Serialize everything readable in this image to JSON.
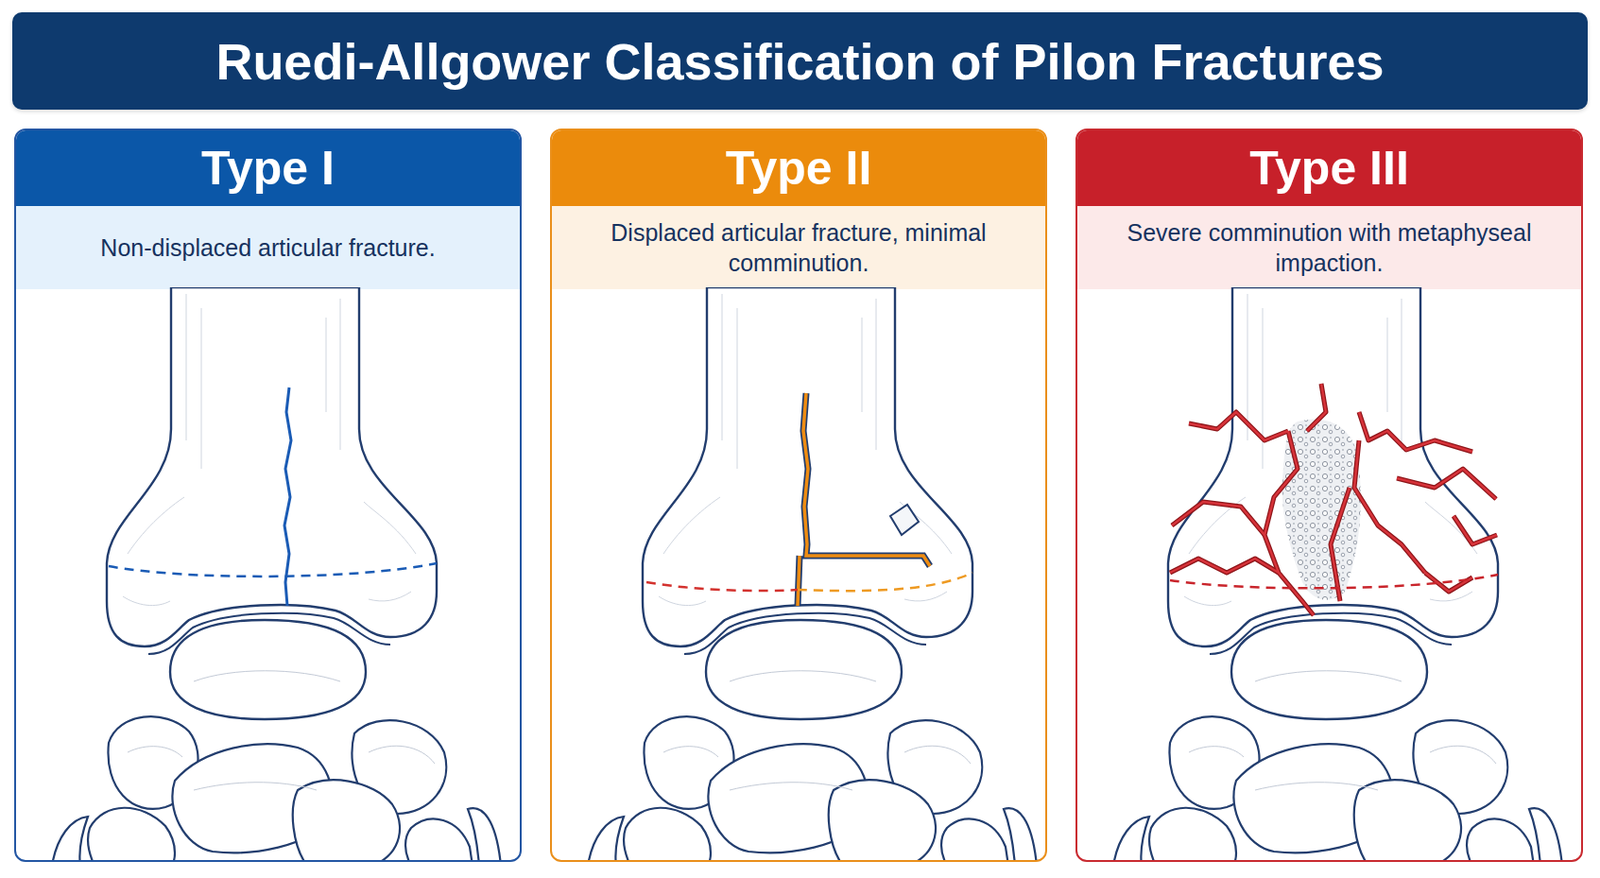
{
  "diagram": {
    "title": "Ruedi-Allgower Classification of Pilon Fractures",
    "nodes": [
      {
        "text": [
          "Type I",
          "Non-displaced articular fracture."
        ]
      },
      {
        "text": [
          "Type II",
          "Displaced articular fracture, minimal comminution."
        ]
      },
      {
        "text": [
          "Type III",
          "Severe comminution with metaphyseal impaction."
        ]
      }
    ]
  }
}
